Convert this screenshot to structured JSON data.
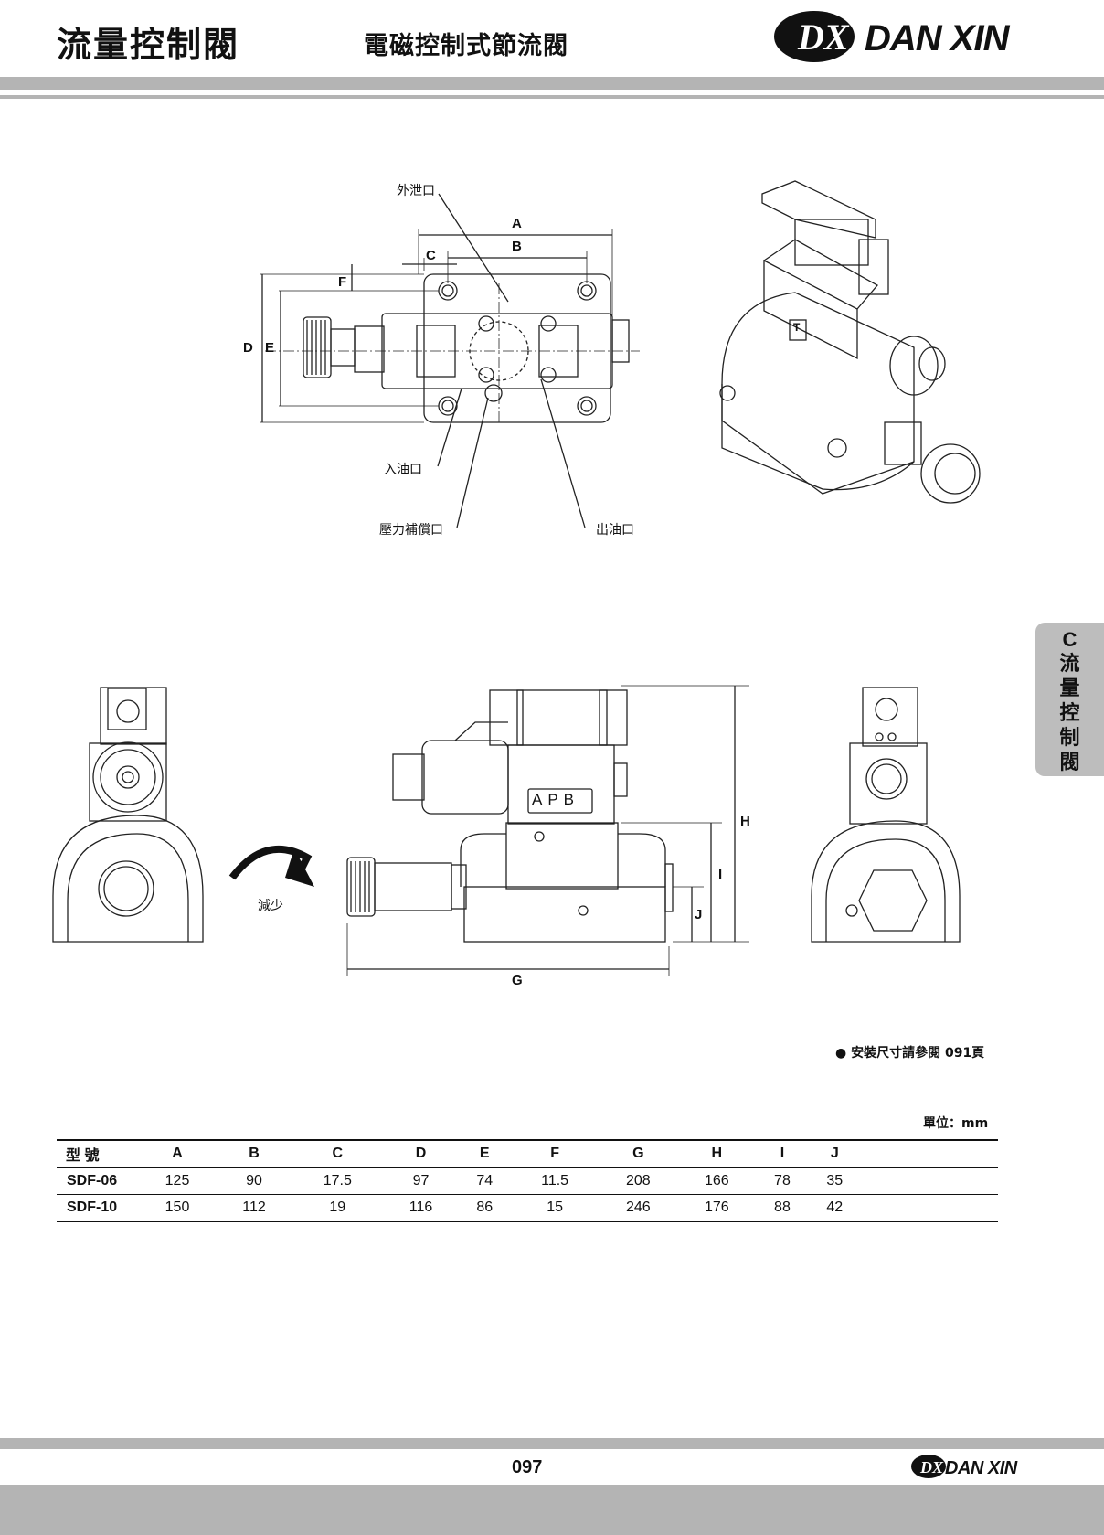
{
  "header": {
    "title_main": "流量控制閥",
    "title_sub": "電磁控制式節流閥",
    "logo_text": "DAN XIN",
    "logo_mark": "DX",
    "band_color": "#b4b4b4"
  },
  "side_tab": {
    "letter": "C",
    "text": "流量控制閥"
  },
  "top_view": {
    "callouts": [
      "外泄口",
      "入油口",
      "壓力補償口",
      "出油口"
    ],
    "dims": [
      "A",
      "B",
      "C",
      "F",
      "D",
      "E"
    ]
  },
  "side_view": {
    "dims": [
      "H",
      "I",
      "J",
      "G"
    ],
    "arrow_label": "減少",
    "body_mark": "APB",
    "solenoid_mark": "T"
  },
  "note": "● 安裝尺寸請參閱 091頁",
  "unit": "單位：mm",
  "table": {
    "headers": [
      "型 號",
      "A",
      "B",
      "C",
      "D",
      "E",
      "F",
      "G",
      "H",
      "I",
      "J"
    ],
    "rows": [
      [
        "SDF-06",
        "125",
        "90",
        "17.5",
        "97",
        "74",
        "11.5",
        "208",
        "166",
        "78",
        "35"
      ],
      [
        "SDF-10",
        "150",
        "112",
        "19",
        "116",
        "86",
        "15",
        "246",
        "176",
        "88",
        "42"
      ]
    ]
  },
  "footer": {
    "page_number": "097",
    "logo_text": "DAN XIN",
    "logo_mark": "DX"
  }
}
